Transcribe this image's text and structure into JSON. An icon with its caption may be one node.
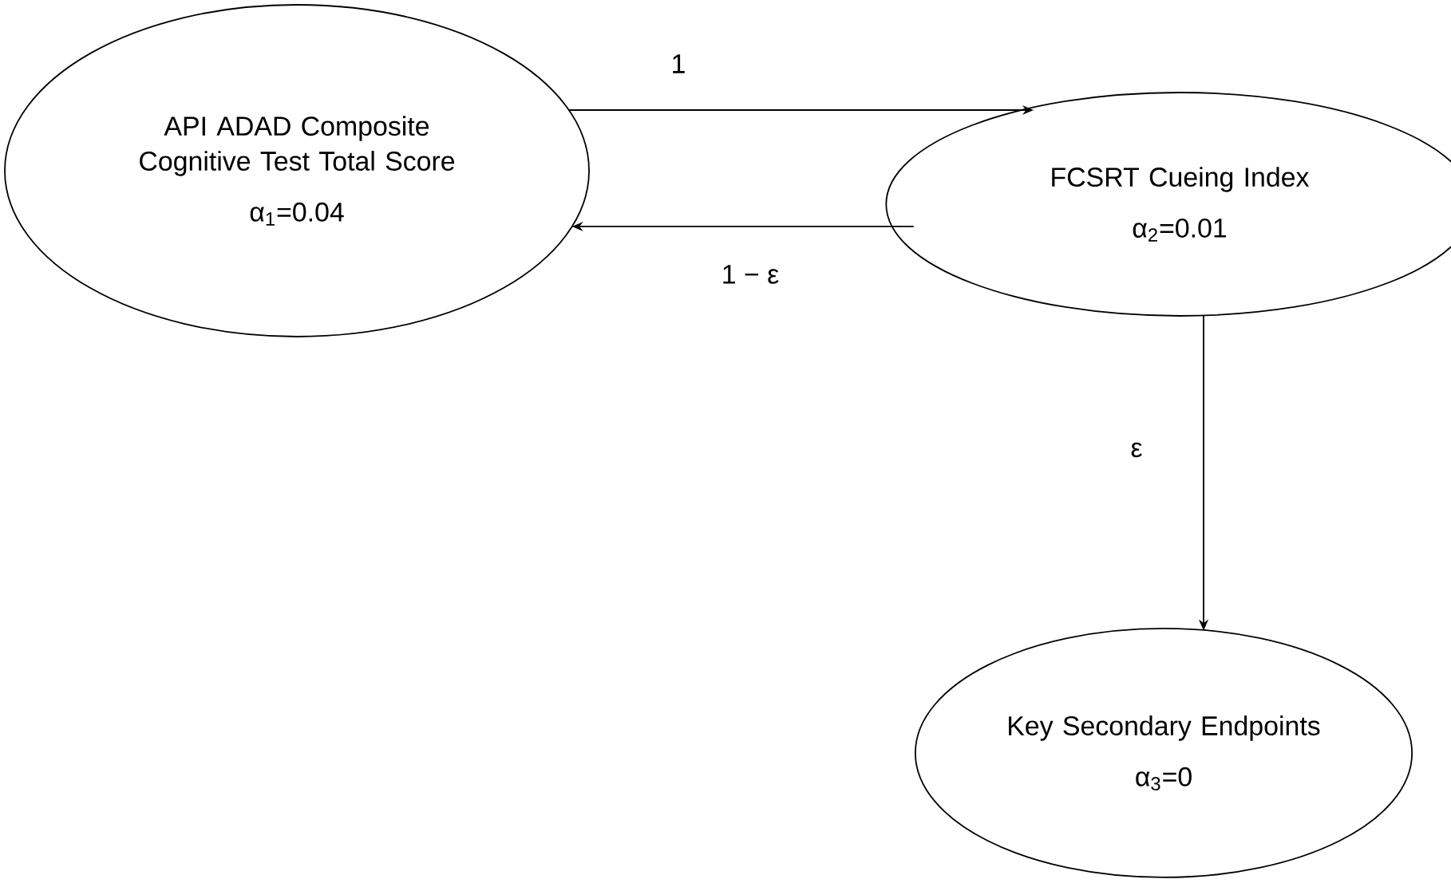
{
  "diagram": {
    "nodes": [
      {
        "text": [
          "API ADAD Composite Cognitive Test Total Score",
          "α$_{1}$=0.04"
        ]
      },
      {
        "text": [
          "FCSRT Cueing Index",
          "α$_{2}$=0.01"
        ]
      },
      {
        "text": [
          "Key Secondary Endpoints",
          "α$_{3}$=0"
        ]
      }
    ],
    "edges": [
      {
        "from": 0,
        "to": 1,
        "arrow": "to",
        "label": "1"
      },
      {
        "from": 1,
        "to": 0,
        "arrow": "to",
        "label": "1 − ε"
      },
      {
        "from": 1,
        "to": 2,
        "arrow": "to",
        "label": "ε"
      }
    ]
  }
}
